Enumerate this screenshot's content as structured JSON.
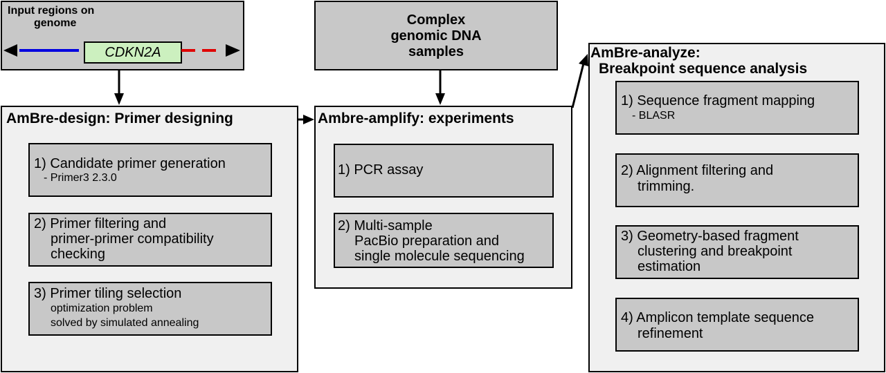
{
  "input": {
    "title_line1": "Input regions on",
    "title_line2": "genome",
    "gene": "CDKN2A"
  },
  "samples": {
    "line1": "Complex",
    "line2": "genomic DNA",
    "line3": "samples"
  },
  "design": {
    "title": "AmBre-design: Primer designing",
    "steps": [
      {
        "main": [
          "1) Candidate primer generation"
        ],
        "sub": [
          "- Primer3 2.3.0"
        ]
      },
      {
        "main": [
          "2) Primer filtering and",
          "primer-primer compatibility",
          "checking"
        ],
        "sub": []
      },
      {
        "main": [
          "3) Primer tiling selection"
        ],
        "sub": [
          "optimization problem",
          "solved by simulated annealing"
        ]
      }
    ]
  },
  "amplify": {
    "title": "Ambre-amplify: experiments",
    "steps": [
      {
        "main": [
          "1) PCR assay"
        ]
      },
      {
        "main": [
          "2) Multi-sample",
          "PacBio preparation and",
          "single molecule sequencing"
        ]
      }
    ]
  },
  "analyze": {
    "title_line1": "AmBre-analyze:",
    "title_line2": "Breakpoint sequence analysis",
    "steps": [
      {
        "main": [
          "1) Sequence fragment mapping"
        ],
        "sub": [
          "- BLASR"
        ]
      },
      {
        "main": [
          "2) Alignment filtering and",
          "trimming."
        ],
        "sub": []
      },
      {
        "main": [
          "3) Geometry-based fragment",
          "clustering and breakpoint",
          "estimation"
        ],
        "sub": []
      },
      {
        "main": [
          "4) Amplicon template sequence",
          "refinement"
        ],
        "sub": []
      }
    ]
  },
  "colors": {
    "panel": "#f0f0f0",
    "step_box": "#c8c8c8",
    "gene_box": "#ccf0bf",
    "line_blue": "#0000e0",
    "line_red": "#e00000"
  }
}
